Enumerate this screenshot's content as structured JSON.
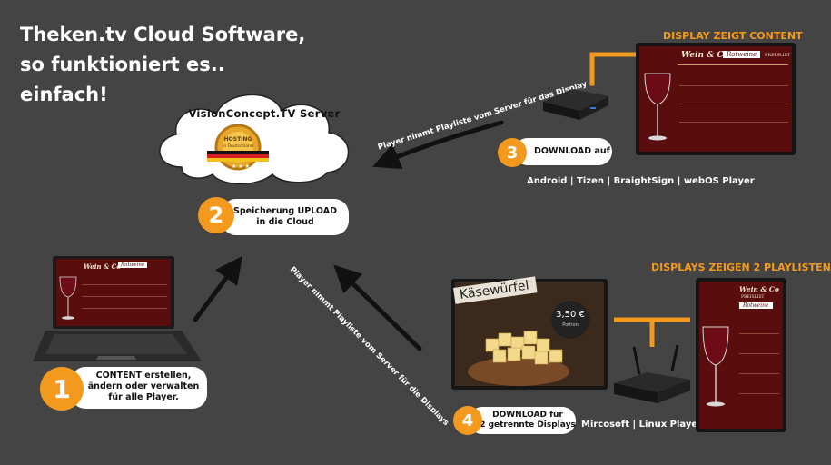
{
  "headline": {
    "line1": "Theken.tv Cloud Software,",
    "line2": "so funktioniert es..",
    "line3": "einfach!"
  },
  "cloud": {
    "server_label": "VisionConcept.TV Server",
    "badge_top": "HOSTING",
    "badge_bottom": "in Deutschland"
  },
  "steps": [
    {
      "number": "1",
      "text": "CONTENT erstellen, ändern oder verwalten für alle Player."
    },
    {
      "number": "2",
      "line1": "Speicherung UPLOAD",
      "line2": "in die Cloud"
    },
    {
      "number": "3",
      "text": "DOWNLOAD auf"
    },
    {
      "number": "4",
      "line1": "DOWNLOAD für",
      "line2": "2 getrennte Displays"
    }
  ],
  "arrow_labels": {
    "top": "Player nimmt Playliste vom Server für das  Display",
    "middle": "Player nimmt Playliste vom Server für die  Displays"
  },
  "titles": {
    "display_content": "DISPLAY ZEIGT CONTENT",
    "displays_two": "DISPLAYS ZEIGEN 2 PLAYLISTEN"
  },
  "platforms": {
    "top": "Android | Tizen | BraightSign | webOS  Player",
    "bottom": "Mircosoft | Linux  Player"
  },
  "menu": {
    "brand": "Wein & Co",
    "category": "Rotweine",
    "preislist": "PREISLIST"
  },
  "cheese_sign": {
    "title": "Käsewürfel",
    "price": "3,50 €",
    "unit": "Portion"
  },
  "colors": {
    "background": "#444444",
    "accent": "#f39a1e",
    "menu_bg": "#5a0d0d"
  }
}
